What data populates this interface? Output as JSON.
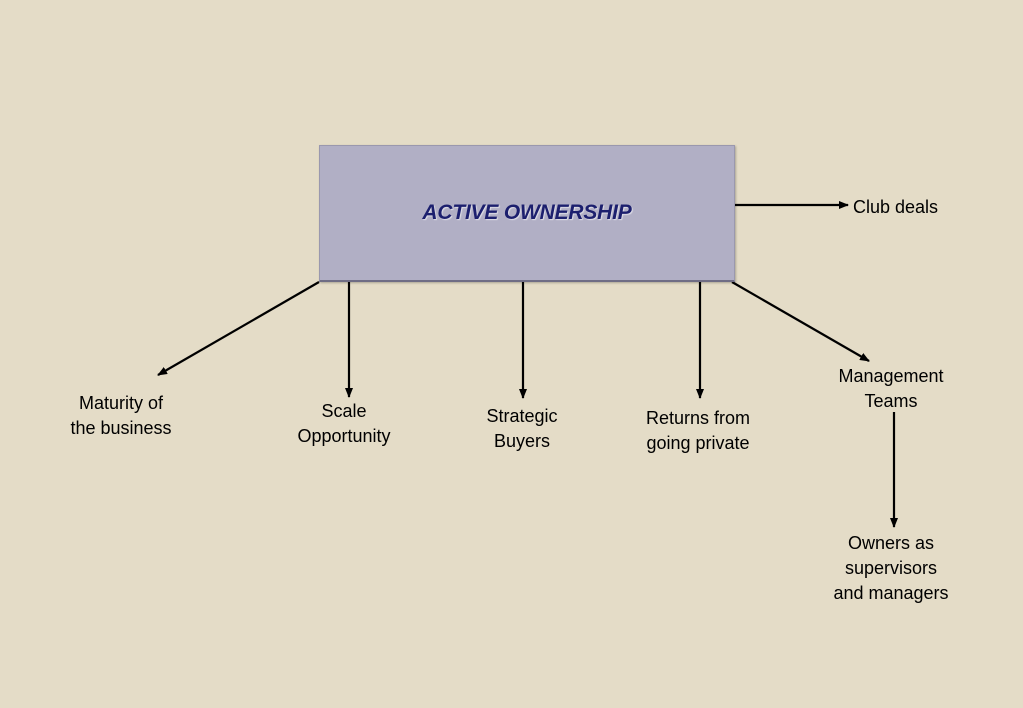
{
  "diagram": {
    "center": {
      "title": "ACTIVE OWNERSHIP"
    },
    "nodes": {
      "club_deals": {
        "lines": [
          "Club deals"
        ]
      },
      "maturity": {
        "lines": [
          "Maturity of",
          "the business"
        ]
      },
      "scale": {
        "lines": [
          "Scale",
          "Opportunity"
        ]
      },
      "strategic": {
        "lines": [
          "Strategic",
          "Buyers"
        ]
      },
      "returns": {
        "lines": [
          "Returns from",
          "going private"
        ]
      },
      "management": {
        "lines": [
          "Management",
          "Teams"
        ]
      },
      "owners": {
        "lines": [
          "Owners as",
          "supervisors",
          "and managers"
        ]
      }
    }
  },
  "colors": {
    "background": "#e4dcc7",
    "box_fill": "#b1afc5",
    "title_text": "#1c1f6e",
    "arrow": "#000000"
  }
}
